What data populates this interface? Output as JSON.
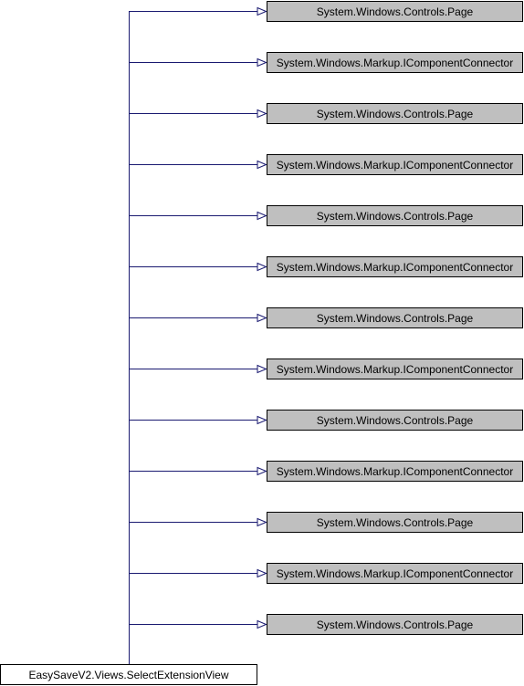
{
  "diagram": {
    "derived_class": "EasySaveV2.Views.SelectExtensionView",
    "base_classes": [
      "System.Windows.Controls.Page",
      "System.Windows.Markup.IComponentConnector",
      "System.Windows.Controls.Page",
      "System.Windows.Markup.IComponentConnector",
      "System.Windows.Controls.Page",
      "System.Windows.Markup.IComponentConnector",
      "System.Windows.Controls.Page",
      "System.Windows.Markup.IComponentConnector",
      "System.Windows.Controls.Page",
      "System.Windows.Markup.IComponentConnector",
      "System.Windows.Controls.Page",
      "System.Windows.Markup.IComponentConnector",
      "System.Windows.Controls.Page"
    ],
    "colors": {
      "base_fill": "#bfbfbf",
      "derived_fill": "#ffffff",
      "border": "#000000",
      "connector": "#191970"
    }
  }
}
